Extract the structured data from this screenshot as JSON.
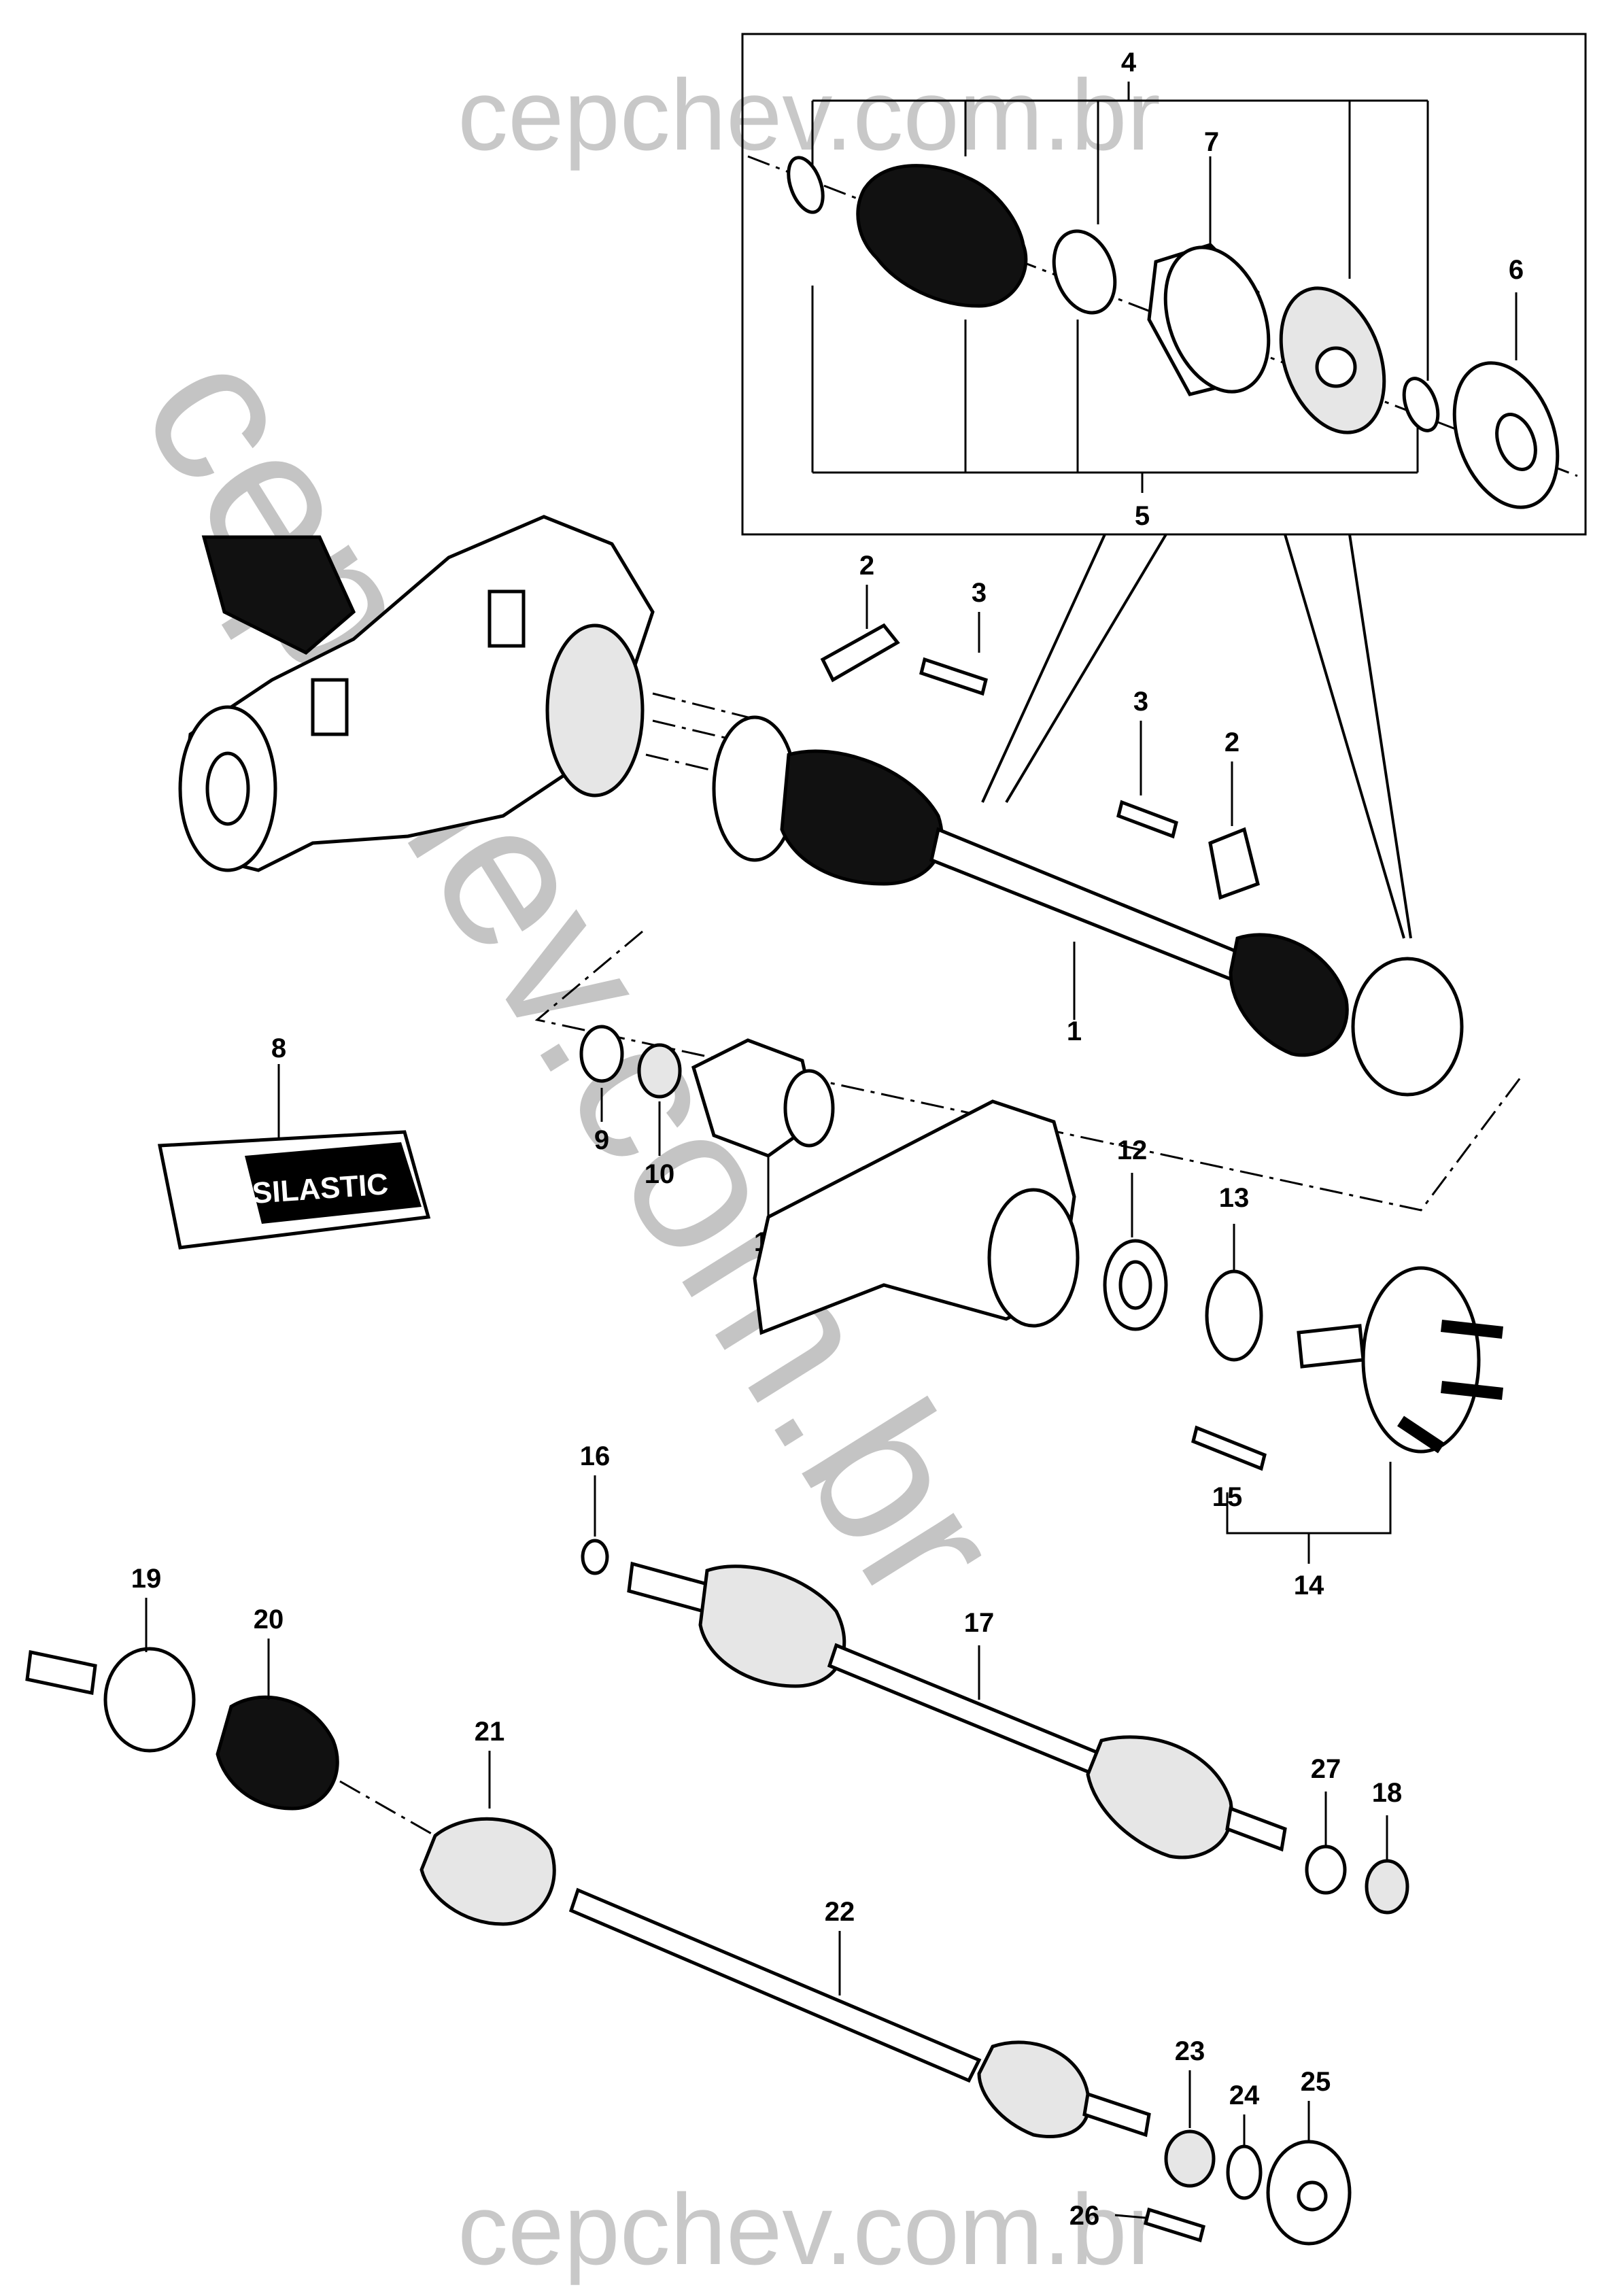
{
  "watermark": {
    "top": "cepchev.com.br",
    "bottom": "cepchev.com.br",
    "diagonal": "cepchev.com.br"
  },
  "product_label": "SILASTIC",
  "callouts": {
    "n1": "1",
    "n2a": "2",
    "n2b": "2",
    "n3a": "3",
    "n3b": "3",
    "n4": "4",
    "n5": "5",
    "n6": "6",
    "n7": "7",
    "n8": "8",
    "n9": "9",
    "n10": "10",
    "n11": "11",
    "n12": "12",
    "n13": "13",
    "n14": "14",
    "n15": "15",
    "n16": "16",
    "n17": "17",
    "n18": "18",
    "n19": "19",
    "n20": "20",
    "n21": "21",
    "n22": "22",
    "n23": "23",
    "n24": "24",
    "n25": "25",
    "n26": "26",
    "n27": "27"
  }
}
